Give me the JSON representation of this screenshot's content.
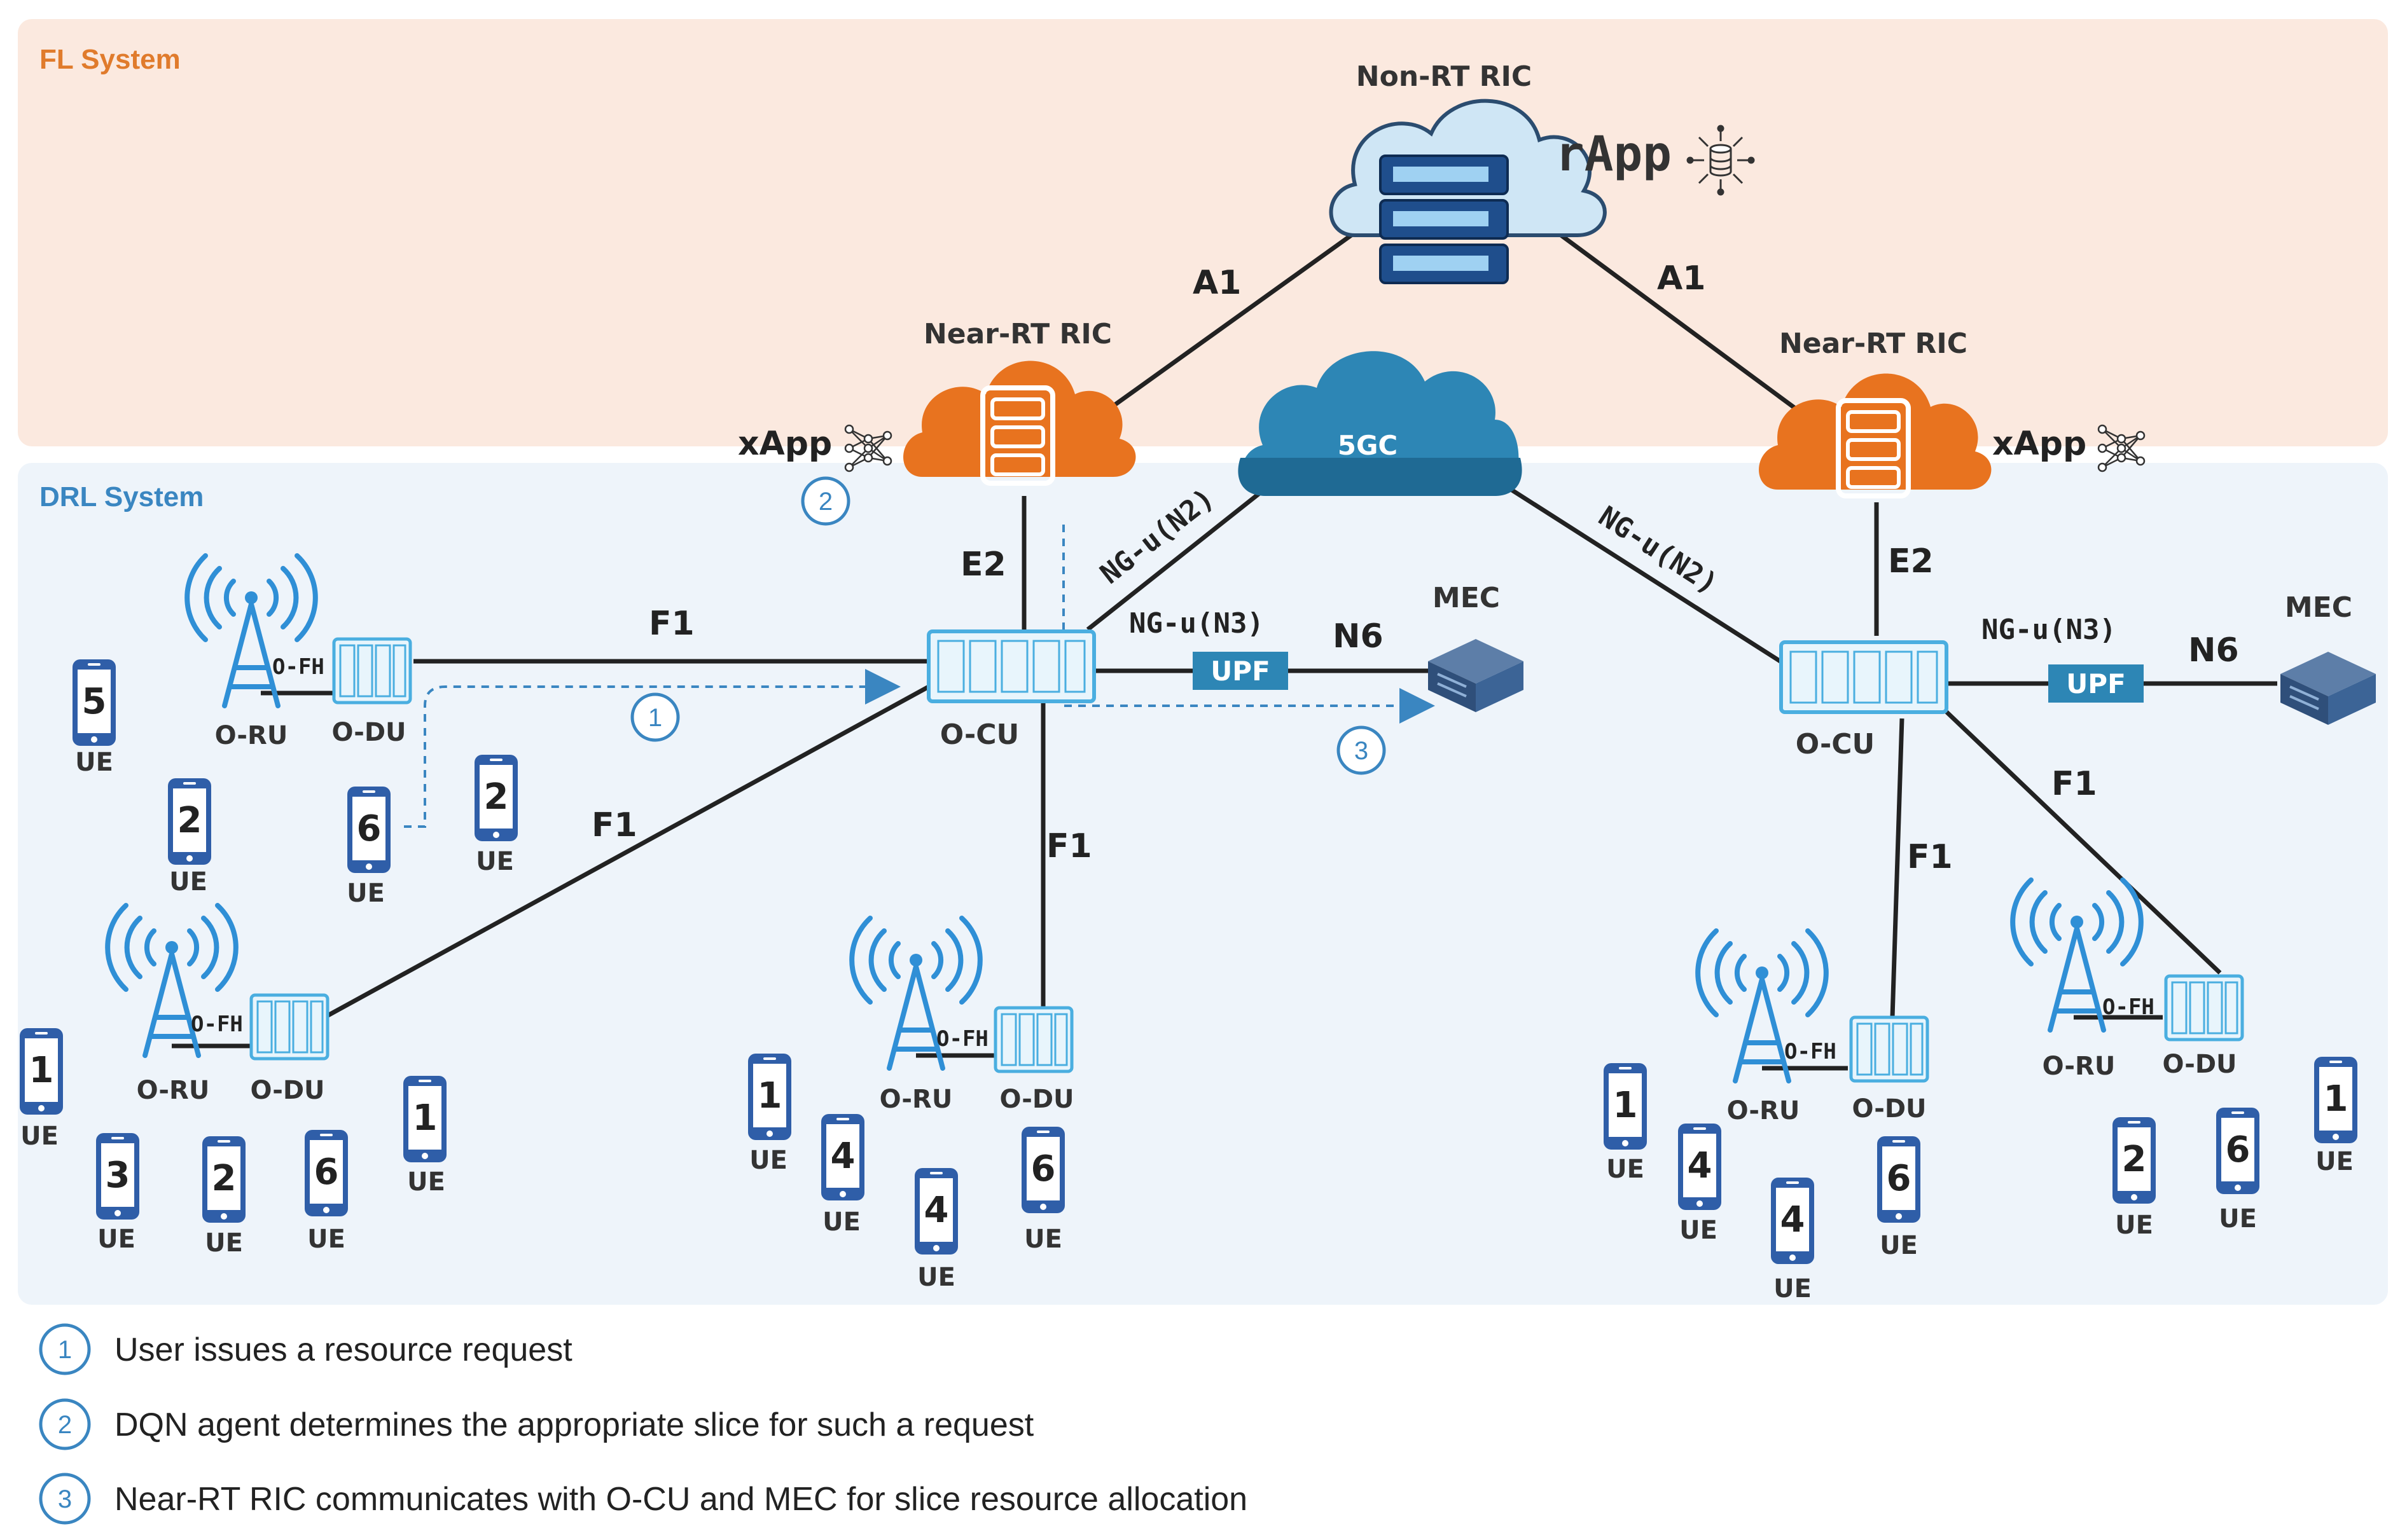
{
  "regions": {
    "fl": "FL System",
    "drl": "DRL System"
  },
  "nodes": {
    "non_rt_ric": "Non-RT RIC",
    "rapp": "rApp",
    "near_rt_ric": "Near-RT RIC",
    "xapp": "xApp",
    "core": "5GC",
    "o_cu": "O-CU",
    "o_du": "O-DU",
    "o_ru": "O-RU",
    "upf": "UPF",
    "mec": "MEC",
    "ue": "UE"
  },
  "links": {
    "a1": "A1",
    "e2": "E2",
    "f1": "F1",
    "n6": "N6",
    "ofh": "O-FH",
    "ng_n2": "NG-u(N2)",
    "ng_n3": "NG-u(N3)"
  },
  "ue_devices": [
    {
      "id": "5"
    },
    {
      "id": "2"
    },
    {
      "id": "6"
    },
    {
      "id": "2"
    },
    {
      "id": "1"
    },
    {
      "id": "3"
    },
    {
      "id": "2"
    },
    {
      "id": "6"
    },
    {
      "id": "1"
    },
    {
      "id": "1"
    },
    {
      "id": "4"
    },
    {
      "id": "4"
    },
    {
      "id": "6"
    },
    {
      "id": "1"
    },
    {
      "id": "4"
    },
    {
      "id": "4"
    },
    {
      "id": "6"
    },
    {
      "id": "2"
    },
    {
      "id": "6"
    },
    {
      "id": "1"
    }
  ],
  "steps": [
    "1",
    "2",
    "3"
  ],
  "legend": [
    {
      "num": "1",
      "text": "User issues a resource request"
    },
    {
      "num": "2",
      "text": "DQN agent determines the appropriate slice for such a request"
    },
    {
      "num": "3",
      "text": "Near-RT RIC communicates with O-CU and MEC for slice resource allocation"
    }
  ],
  "colors": {
    "fl_bg": "#fbe9df",
    "drl_bg": "#eef4fa",
    "ric_orange": "#e8731f",
    "core_blue": "#2d86b5",
    "equipment_blue": "#4aaee0",
    "step_blue": "#3a86c1"
  }
}
